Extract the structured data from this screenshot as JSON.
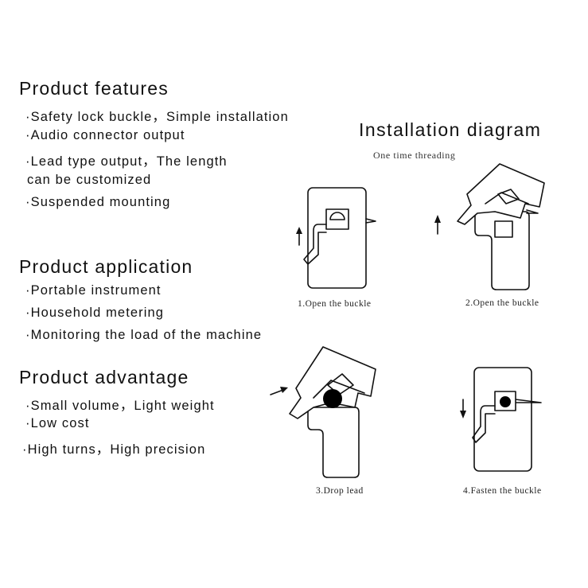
{
  "features": {
    "heading": "Product features",
    "items": [
      "·Safety lock buckle，Simple installation",
      "·Audio connector output",
      "·Lead type output，The length",
      " can be customized",
      "·Suspended mounting"
    ]
  },
  "application": {
    "heading": "Product application",
    "items": [
      "·Portable instrument",
      "·Household metering",
      "·Monitoring the load of the machine"
    ]
  },
  "advantage": {
    "heading": "Product advantage",
    "items": [
      "·Small volume，Light weight",
      "·Low cost",
      "·High turns，High precision"
    ]
  },
  "diagram": {
    "title": "Installation diagram",
    "subtitle": "One time threading",
    "steps": [
      {
        "caption": "1.Open the buckle"
      },
      {
        "caption": "2.Open the buckle"
      },
      {
        "caption": "3.Drop lead"
      },
      {
        "caption": "4.Fasten the buckle"
      }
    ]
  }
}
